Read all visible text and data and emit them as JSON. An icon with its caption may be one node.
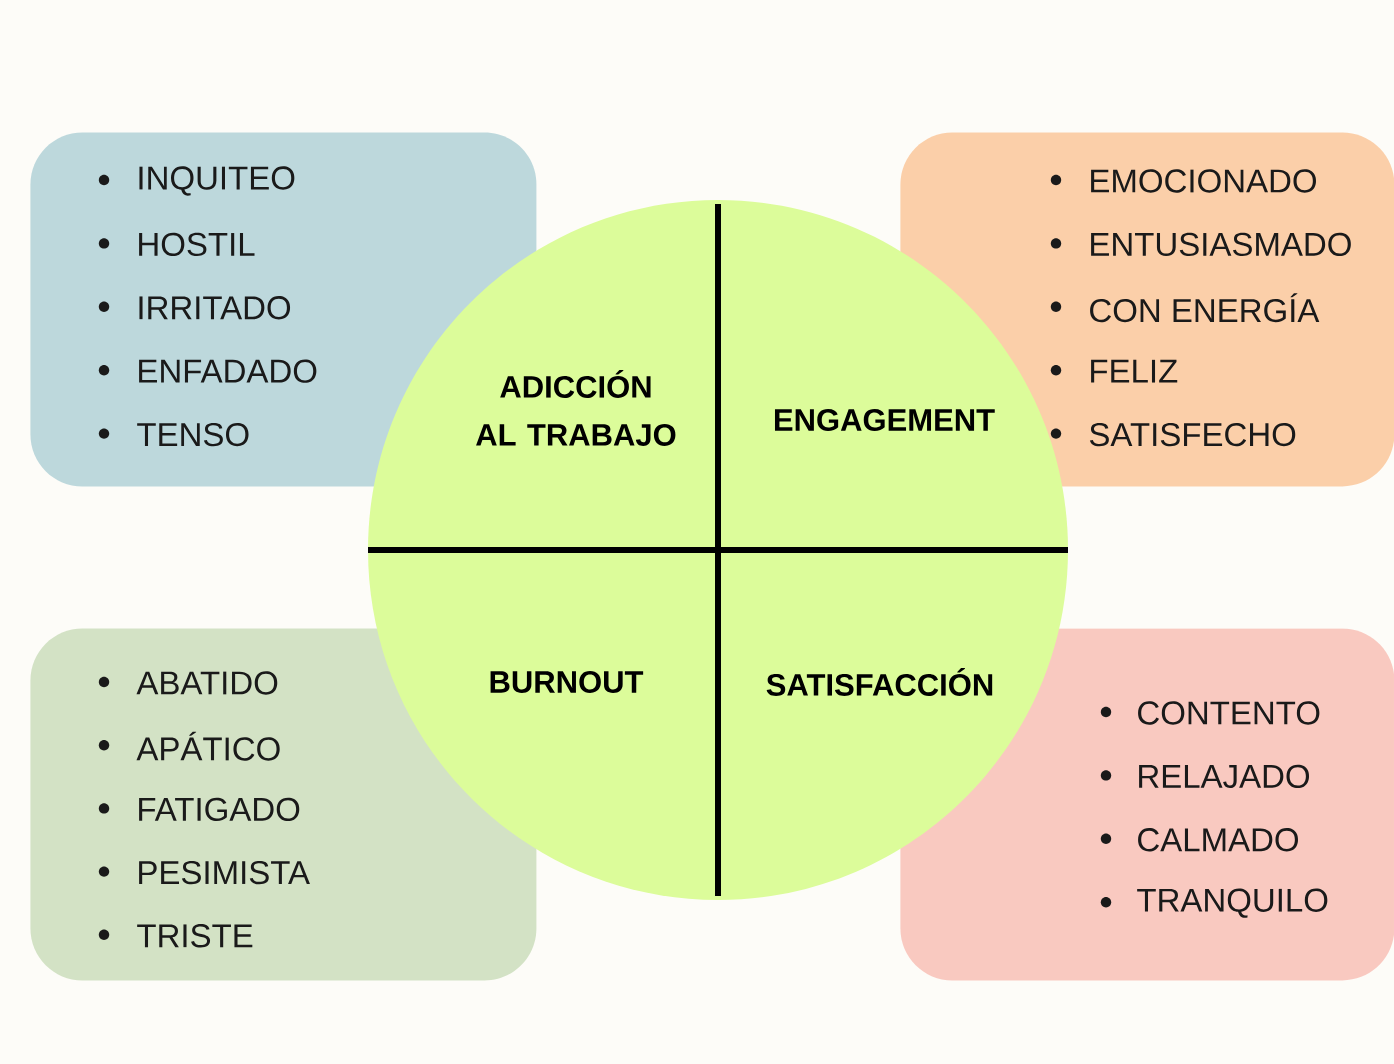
{
  "diagram": {
    "nodes": [
      {
        "text": [
          "INQUITEO",
          "HOSTIL",
          "IRRITADO",
          "ENFADADO",
          "TENSO"
        ]
      },
      {
        "text": [
          "EMOCIONADO",
          "ENTUSIASMADO",
          "CON ENERGÍA",
          "FELIZ",
          "SATISFECHO"
        ]
      },
      {
        "text": [
          "ADICCIÓN AL TRABAJO",
          "ENGAGEMENT",
          "BURNOUT",
          "SATISFACCIÓN"
        ]
      },
      {
        "text": [
          "ABATIDO",
          "APÁTICO",
          "FATIGADO",
          "PESIMISTA",
          "TRISTE"
        ]
      },
      {
        "text": [
          "CONTENTO",
          "RELAJADO",
          "CALMADO",
          "TRANQUILO"
        ]
      }
    ]
  }
}
